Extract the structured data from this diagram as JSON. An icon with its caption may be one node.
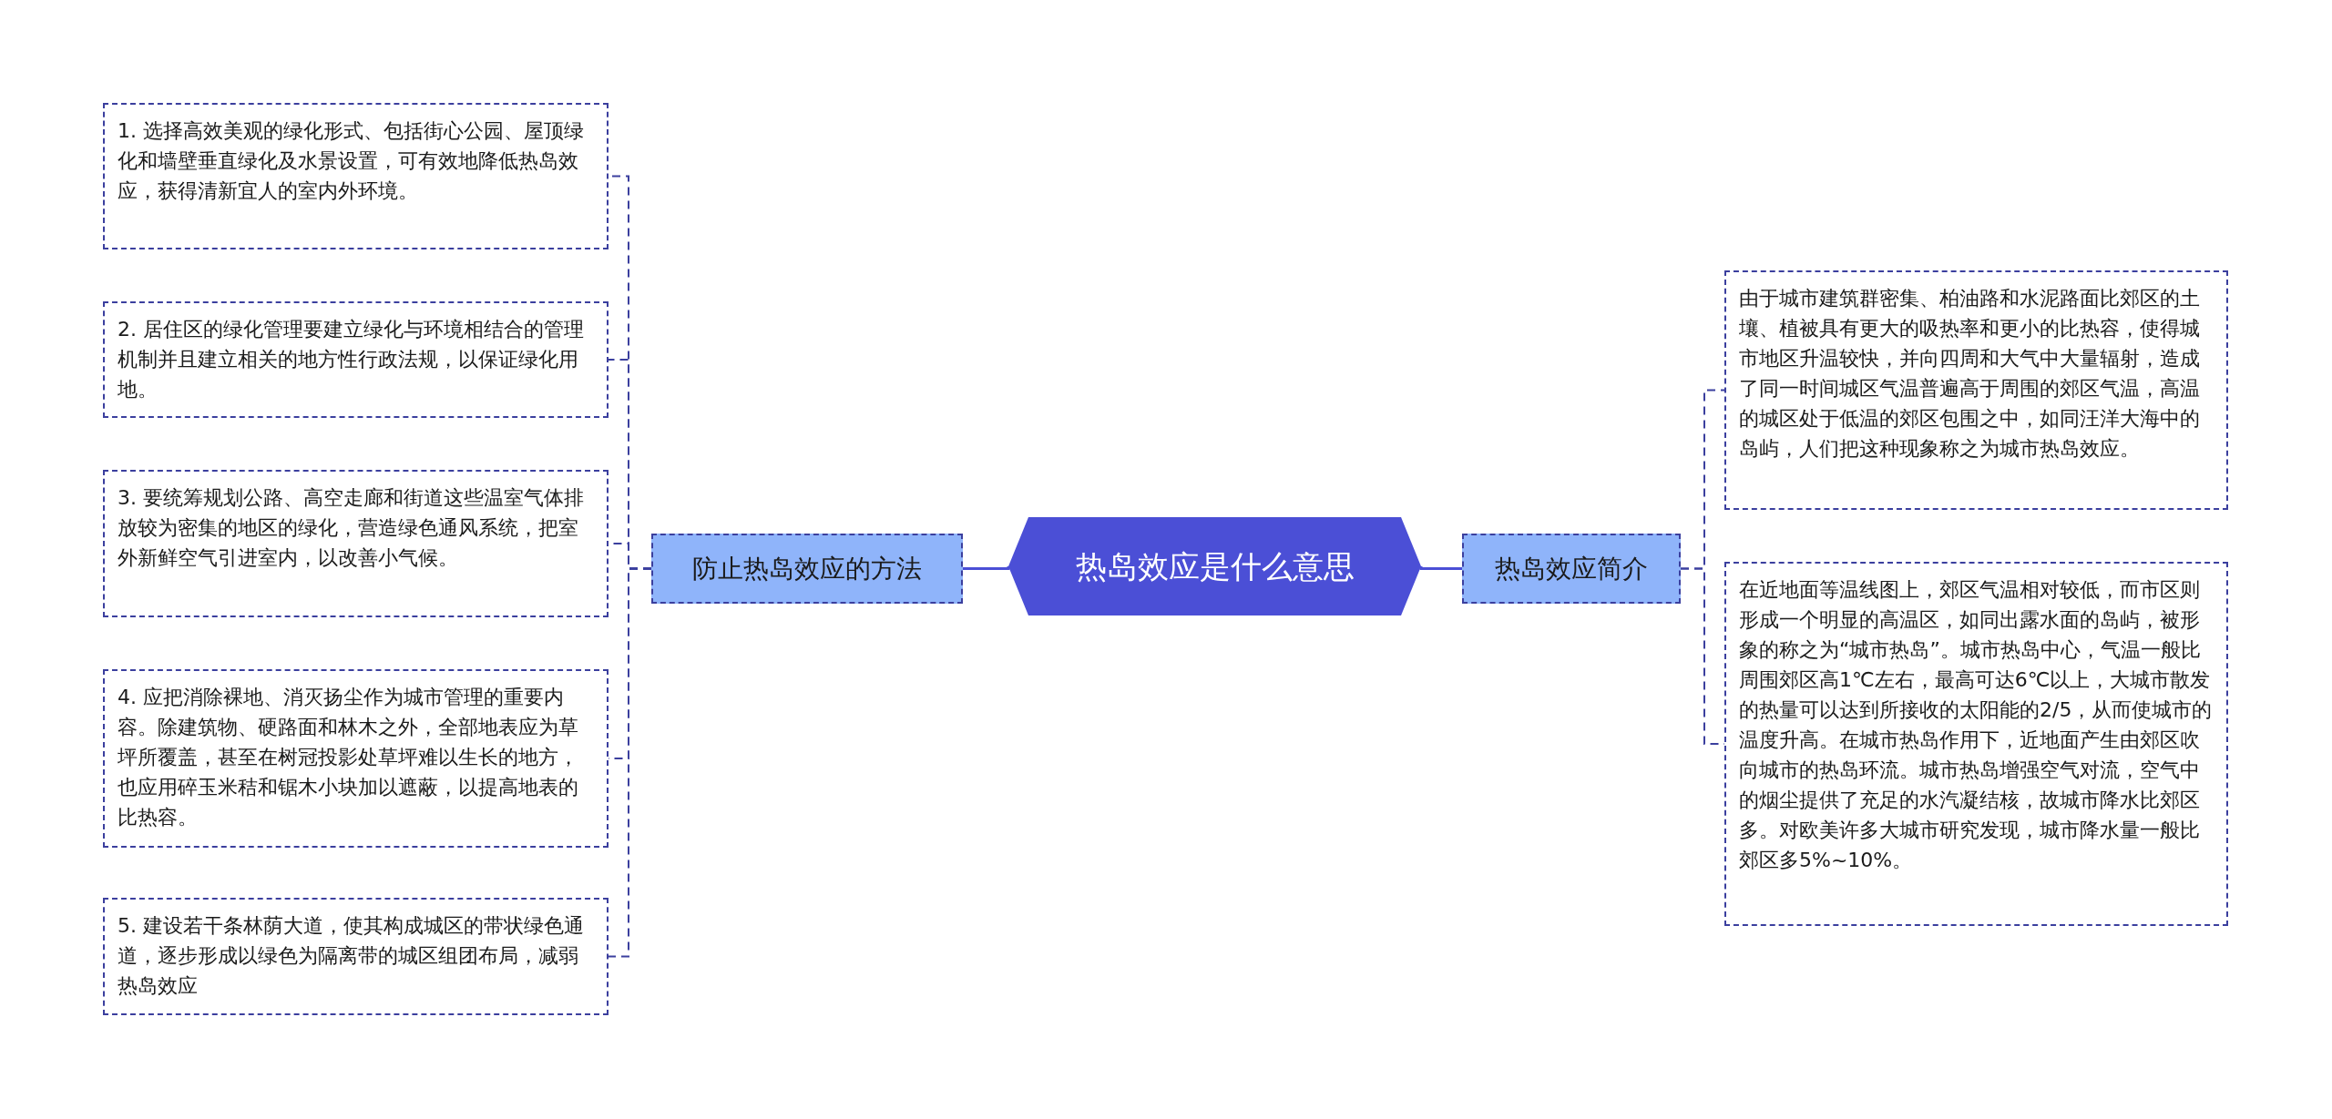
{
  "diagram": {
    "nodes": [
      {
        "text": [
          "热岛效应是什么意思"
        ]
      },
      {
        "text": [
          "防止热岛效应的方法"
        ]
      },
      {
        "text": [
          "1. 选择高效美观的绿化形式、包括街心公园、屋顶绿化和墙壁垂直绿化及水景设置，可有效地降低热岛效应，获得清新宜人的室内外环境。"
        ]
      },
      {
        "text": [
          "2. 居住区的绿化管理要建立绿化与环境相结合的管理机制并且建立相关的地方性行政法规，以保证绿化用地。"
        ]
      },
      {
        "text": [
          "3. 要统筹规划公路、高空走廊和街道这些温室气体排放较为密集的地区的绿化，营造绿色通风系统，把室外新鲜空气引进室内，以改善小气候。"
        ]
      },
      {
        "text": [
          "4. 应把消除裸地、消灭扬尘作为城市管理的重要内容。除建筑物、硬路面和林木之外，全部地表应为草坪所覆盖，甚至在树冠投影处草坪难以生长的地方，也应用碎玉米秸和锯木小块加以遮蔽，以提高地表的比热容。"
        ]
      },
      {
        "text": [
          "5. 建设若干条林荫大道，使其构成城区的带状绿色通道，逐步形成以绿色为隔离带的城区组团布局，减弱热岛效应"
        ]
      },
      {
        "text": [
          "热岛效应简介"
        ]
      },
      {
        "text": [
          "由于城市建筑群密集、柏油路和水泥路面比郊区的土壤、植被具有更大的吸热率和更小的比热容，使得城市地区升温较快，并向四周和大气中大量辐射，造成了同一时间城区气温普遍高于周围的郊区气温，高温的城区处于低温的郊区包围之中，如同汪洋大海中的岛屿，人们把这种现象称之为城市热岛效应。"
        ]
      },
      {
        "text": [
          "在近地面等温线图上，郊区气温相对较低，而市区则形成一个明显的高温区，如同出露水面的岛屿，被形象的称之为“城市热岛”。城市热岛中心，气温一般比周围郊区高1℃左右，最高可达6℃以上，大城市散发的热量可以达到所接收的太阳能的2/5，从而使城市的温度升高。在城市热岛作用下，近地面产生由郊区吹向城市的热岛环流。城市热岛增强空气对流，空气中的烟尘提供了充足的水汽凝结核，故城市降水比郊区多。对欧美许多大城市研究发现，城市降水量一般比郊区多5%~10%。"
        ]
      }
    ],
    "edges": [
      {
        "from": 0,
        "to": 1,
        "arrow": "none",
        "color": "#4b4fd6"
      },
      {
        "from": 0,
        "to": 7,
        "arrow": "none",
        "color": "#4b4fd6"
      },
      {
        "from": 1,
        "to": 2,
        "arrow": "none",
        "style": "dashed"
      },
      {
        "from": 1,
        "to": 3,
        "arrow": "none",
        "style": "dashed"
      },
      {
        "from": 1,
        "to": 4,
        "arrow": "none",
        "style": "dashed"
      },
      {
        "from": 1,
        "to": 5,
        "arrow": "none",
        "style": "dashed"
      },
      {
        "from": 1,
        "to": 6,
        "arrow": "none",
        "style": "dashed"
      },
      {
        "from": 7,
        "to": 8,
        "arrow": "none",
        "style": "dashed"
      },
      {
        "from": 7,
        "to": 9,
        "arrow": "none",
        "style": "dashed"
      }
    ]
  }
}
